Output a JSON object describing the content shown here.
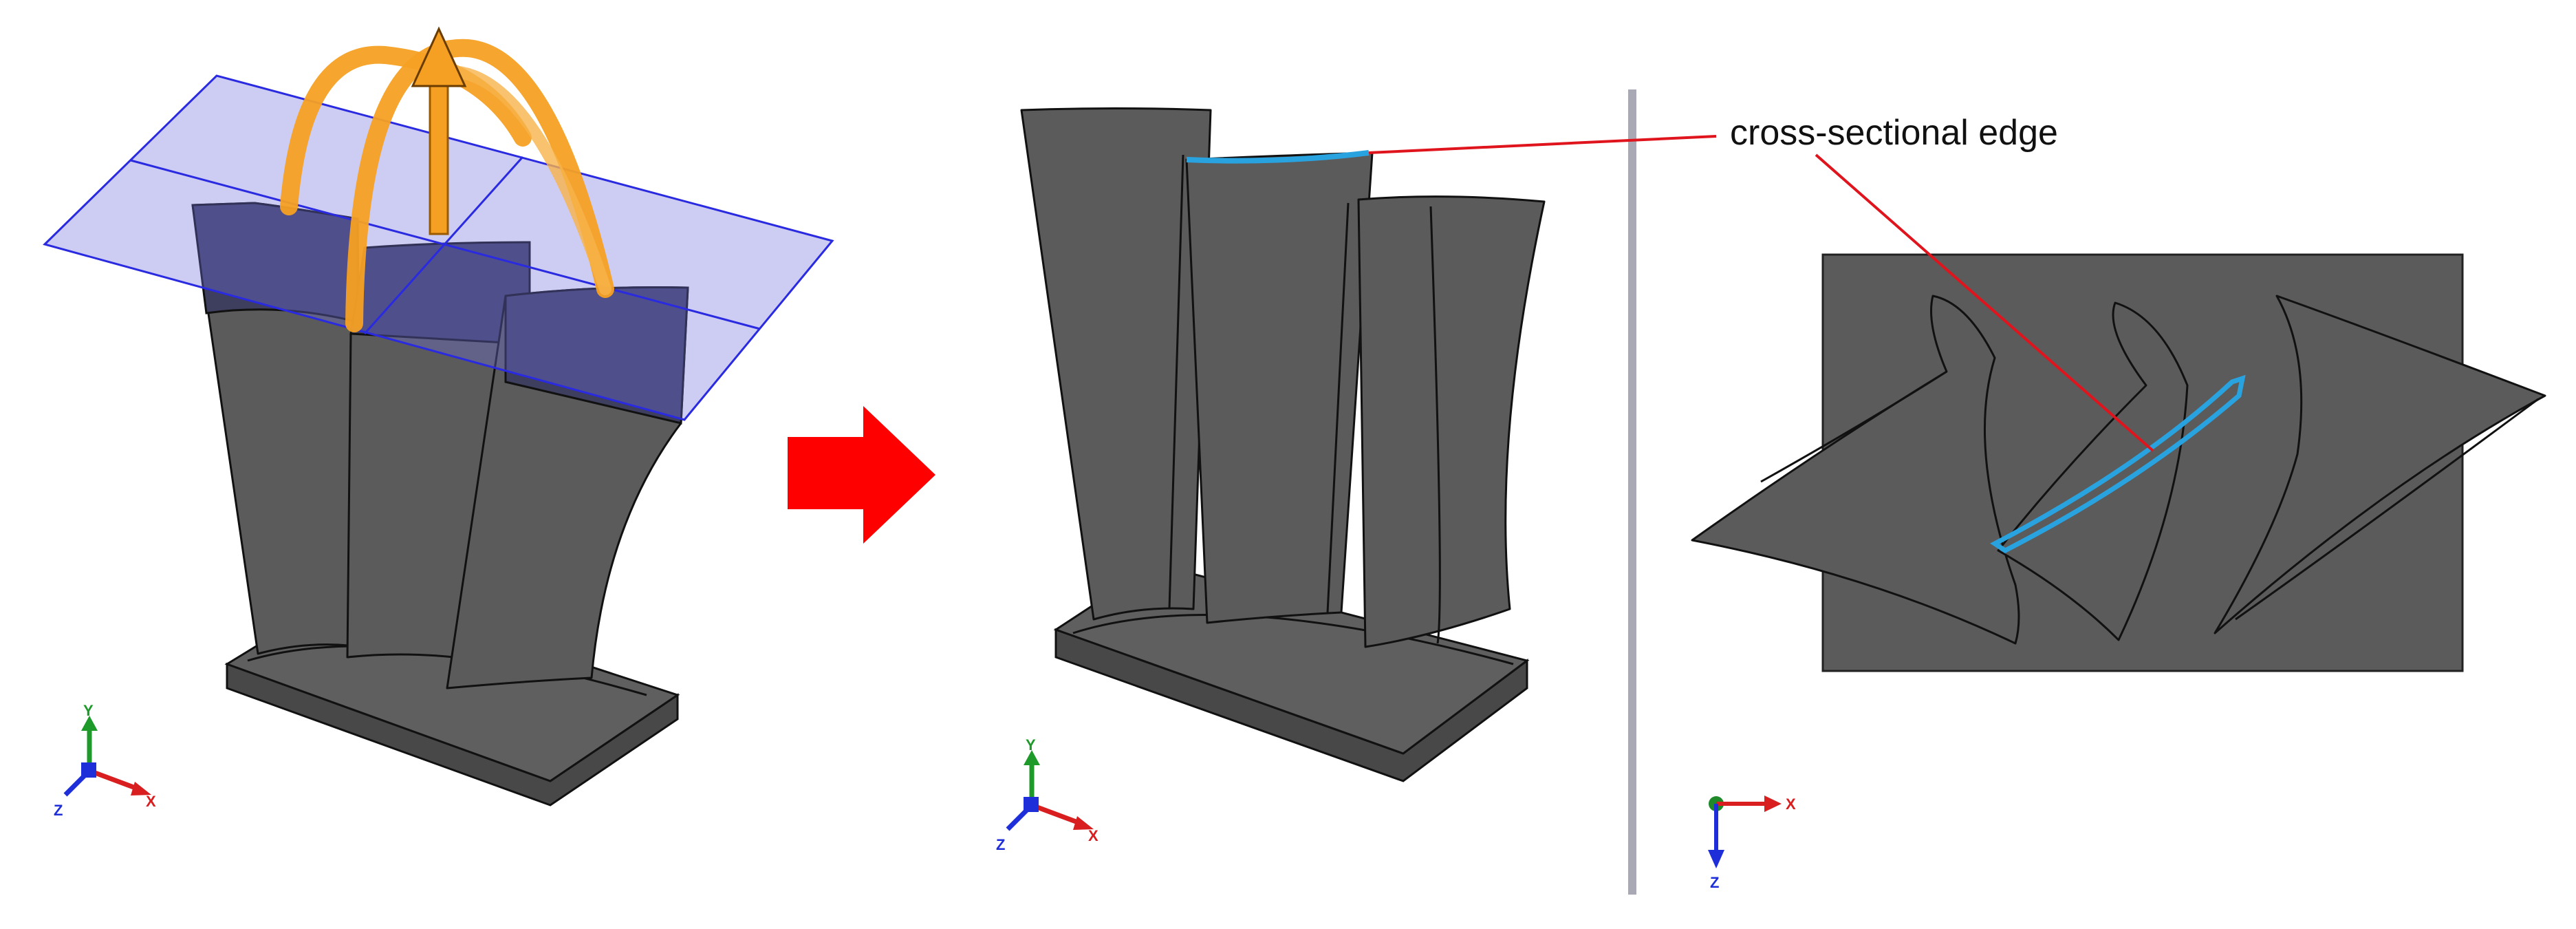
{
  "annotation": {
    "text": "cross-sectional edge"
  },
  "triad_labels": {
    "x": "X",
    "y": "Y",
    "z": "Z"
  },
  "colors": {
    "cutting_plane": "#6f6fe0",
    "rotation_arrow": "#f5a023",
    "flow_arrow": "#ff0000",
    "cross_section_edge": "#29a3e0",
    "leader_line": "#e0141c",
    "separator": "#a9a9b6",
    "axis_x": "#d81e1e",
    "axis_y": "#1e9a2a",
    "axis_z": "#1e2ed8"
  },
  "icons": {
    "transition_arrow": "right-arrow-icon",
    "rotation": "rotation-arc-icon"
  }
}
